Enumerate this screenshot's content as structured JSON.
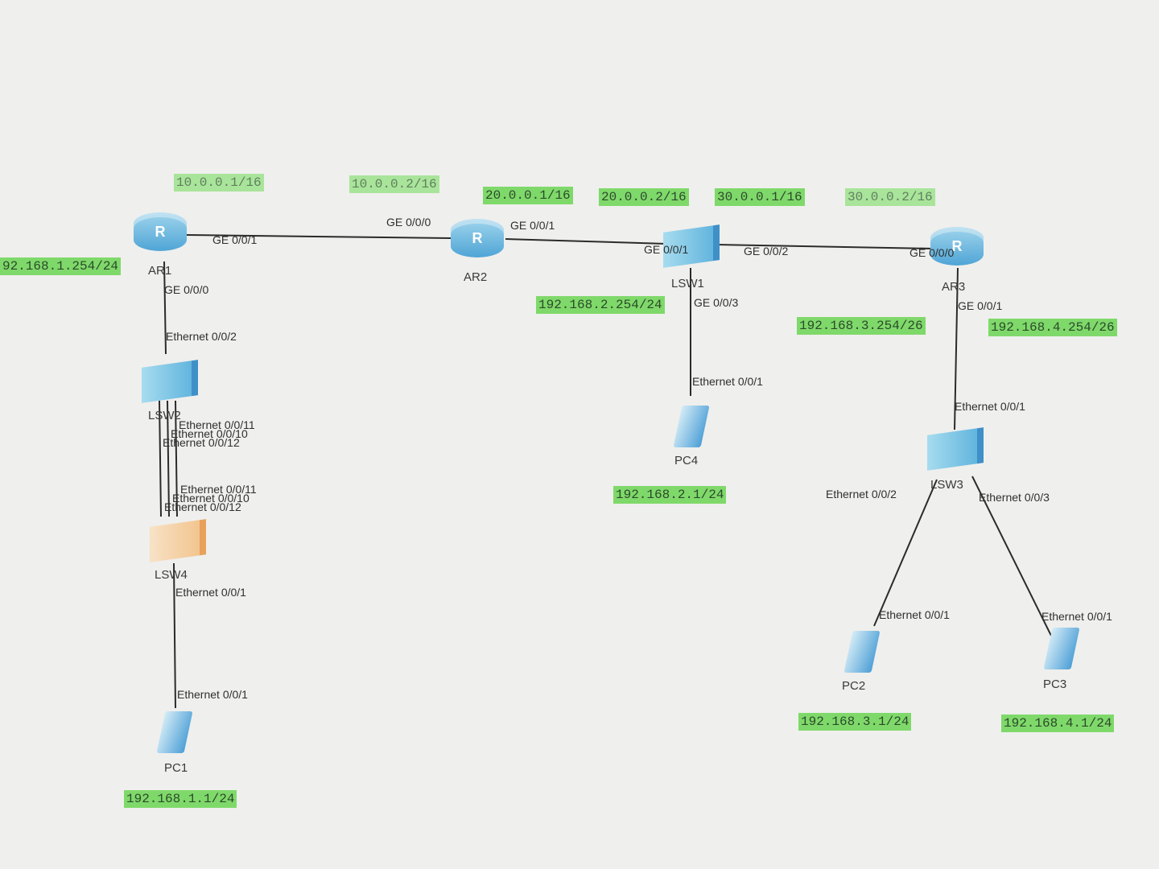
{
  "colors": {
    "ip_label_bg": "#7fd96a",
    "link": "#2b2b2b",
    "router": "#4fa5d6",
    "switch": "#62b5de",
    "switch_lsw4": "#f2c58f",
    "pc": "#4d9fd6"
  },
  "devices": {
    "ar1": {
      "name": "AR1",
      "icon": "router-icon",
      "glyph": "R"
    },
    "ar2": {
      "name": "AR2",
      "icon": "router-icon",
      "glyph": "R"
    },
    "ar3": {
      "name": "AR3",
      "icon": "router-icon",
      "glyph": "R"
    },
    "lsw1": {
      "name": "LSW1",
      "icon": "switch-icon"
    },
    "lsw2": {
      "name": "LSW2",
      "icon": "switch-icon"
    },
    "lsw3": {
      "name": "LSW3",
      "icon": "switch-icon"
    },
    "lsw4": {
      "name": "LSW4",
      "icon": "switch-icon"
    },
    "pc1": {
      "name": "PC1",
      "icon": "pc-icon"
    },
    "pc2": {
      "name": "PC2",
      "icon": "pc-icon"
    },
    "pc3": {
      "name": "PC3",
      "icon": "pc-icon"
    },
    "pc4": {
      "name": "PC4",
      "icon": "pc-icon"
    }
  },
  "ip_labels": {
    "ar1_ge001": "10.0.0.1/16",
    "ar2_ge000": "10.0.0.2/16",
    "ar2_ge001": "20.0.0.1/16",
    "lsw1_ge001": "20.0.0.2/16",
    "lsw1_ge002": "30.0.0.1/16",
    "ar3_ge000": "30.0.0.2/16",
    "ar1_lan": "92.168.1.254/24",
    "lsw1_lan": "192.168.2.254/24",
    "ar3_lan3": "192.168.3.254/26",
    "ar3_lan4": "192.168.4.254/26",
    "pc1": "192.168.1.1/24",
    "pc2": "192.168.3.1/24",
    "pc3": "192.168.4.1/24",
    "pc4": "192.168.2.1/24"
  },
  "ports": {
    "ar1_ge001": "GE 0/0/1",
    "ar1_ge000": "GE 0/0/0",
    "ar2_ge000": "GE 0/0/0",
    "ar2_ge001": "GE 0/0/1",
    "lsw1_ge001": "GE 0/0/1",
    "lsw1_ge002": "GE 0/0/2",
    "lsw1_ge003": "GE 0/0/3",
    "ar3_ge000": "GE 0/0/0",
    "ar3_ge001": "GE 0/0/1",
    "lsw2_e002": "Ethernet 0/0/2",
    "lsw2_e0011": "Ethernet 0/0/11",
    "lsw2_e0010": "Ethernet 0/0/10",
    "lsw2_e0012": "Ethernet 0/0/12",
    "lsw4_e0011": "Ethernet 0/0/11",
    "lsw4_e0010": "Ethernet 0/0/10",
    "lsw4_e0012": "Ethernet 0/0/12",
    "lsw4_e001": "Ethernet 0/0/1",
    "pc1_e001": "Ethernet 0/0/1",
    "pc4_e001": "Ethernet 0/0/1",
    "lsw3_e001": "Ethernet 0/0/1",
    "lsw3_e002": "Ethernet 0/0/2",
    "lsw3_e003": "Ethernet 0/0/3",
    "pc2_e001": "Ethernet 0/0/1",
    "pc3_e001": "Ethernet 0/0/1"
  }
}
